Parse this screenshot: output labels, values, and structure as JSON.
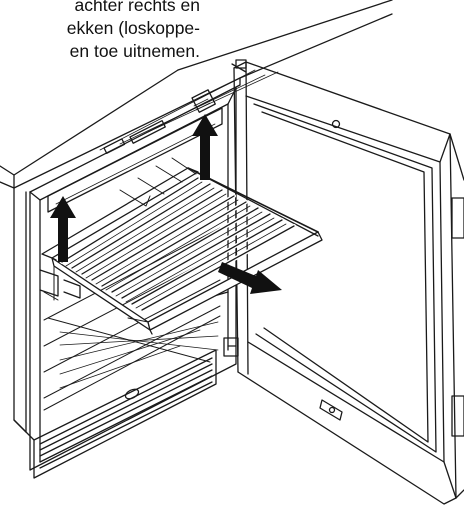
{
  "caption": {
    "lines": [
      "achter rechts en",
      "ekken (loskoppe-",
      "en toe uitnemen."
    ]
  },
  "panel": {
    "badge_left": "",
    "badge_right": ""
  },
  "colors": {
    "ink": "#1a1a1a",
    "arrow": "#111111",
    "shelf_fill": "#ffffff",
    "shelf_dark": "#555555"
  },
  "icons": {
    "up_arrow": "arrow-up-icon",
    "pull_arrow": "arrow-diagonal-icon"
  }
}
